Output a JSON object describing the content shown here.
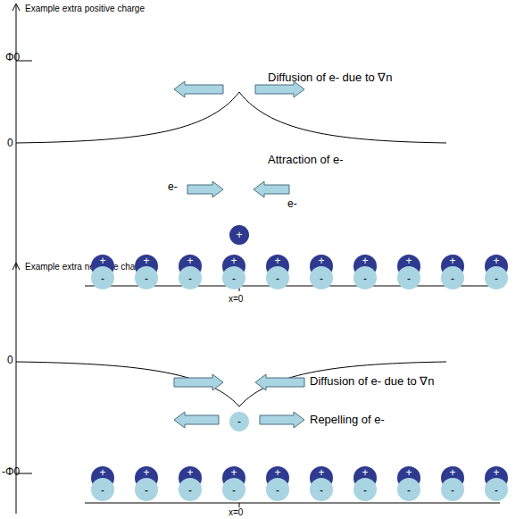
{
  "diagram": {
    "nodes": [
      {
        "text": [
          "+"
        ]
      },
      {
        "text": [
          "+"
        ]
      },
      {
        "text": [
          "+"
        ]
      },
      {
        "text": [
          "+"
        ]
      },
      {
        "text": [
          "+"
        ]
      },
      {
        "text": [
          "+"
        ]
      },
      {
        "text": [
          "+"
        ]
      },
      {
        "text": [
          "+"
        ]
      },
      {
        "text": [
          "+"
        ]
      },
      {
        "text": [
          "+"
        ]
      },
      {
        "text": [
          "+"
        ]
      },
      {
        "text": [
          "-"
        ]
      },
      {
        "text": [
          "-"
        ]
      },
      {
        "text": [
          "-"
        ]
      },
      {
        "text": [
          "-"
        ]
      },
      {
        "text": [
          "-"
        ]
      },
      {
        "text": [
          "-"
        ]
      },
      {
        "text": [
          "-"
        ]
      },
      {
        "text": [
          "-"
        ]
      },
      {
        "text": [
          "-"
        ]
      },
      {
        "text": [
          "-"
        ]
      },
      {
        "text": [
          "-"
        ]
      },
      {
        "text": [
          "+"
        ]
      },
      {
        "text": [
          "+"
        ]
      },
      {
        "text": [
          "+"
        ]
      },
      {
        "text": [
          "+"
        ]
      },
      {
        "text": [
          "+"
        ]
      },
      {
        "text": [
          "+"
        ]
      },
      {
        "text": [
          "+"
        ]
      },
      {
        "text": [
          "+"
        ]
      },
      {
        "text": [
          "+"
        ]
      },
      {
        "text": [
          "+"
        ]
      },
      {
        "text": [
          "-"
        ]
      },
      {
        "text": [
          "-"
        ]
      },
      {
        "text": [
          "-"
        ]
      },
      {
        "text": [
          "-"
        ]
      },
      {
        "text": [
          "-"
        ]
      },
      {
        "text": [
          "-"
        ]
      },
      {
        "text": [
          "-"
        ]
      },
      {
        "text": [
          "-"
        ]
      },
      {
        "text": [
          "-"
        ]
      },
      {
        "text": [
          "-"
        ]
      }
    ],
    "labels": [
      "Example extra positive charge",
      "Φ0",
      "0",
      "Diffusion of e- due to ∇n",
      "e-",
      "Attraction of e-",
      "e-",
      "x=0",
      "Example extra negative charge",
      "0",
      "Diffusion of e- due to ∇n",
      "Repelling of e-",
      "-Φ0",
      "x=0"
    ]
  }
}
